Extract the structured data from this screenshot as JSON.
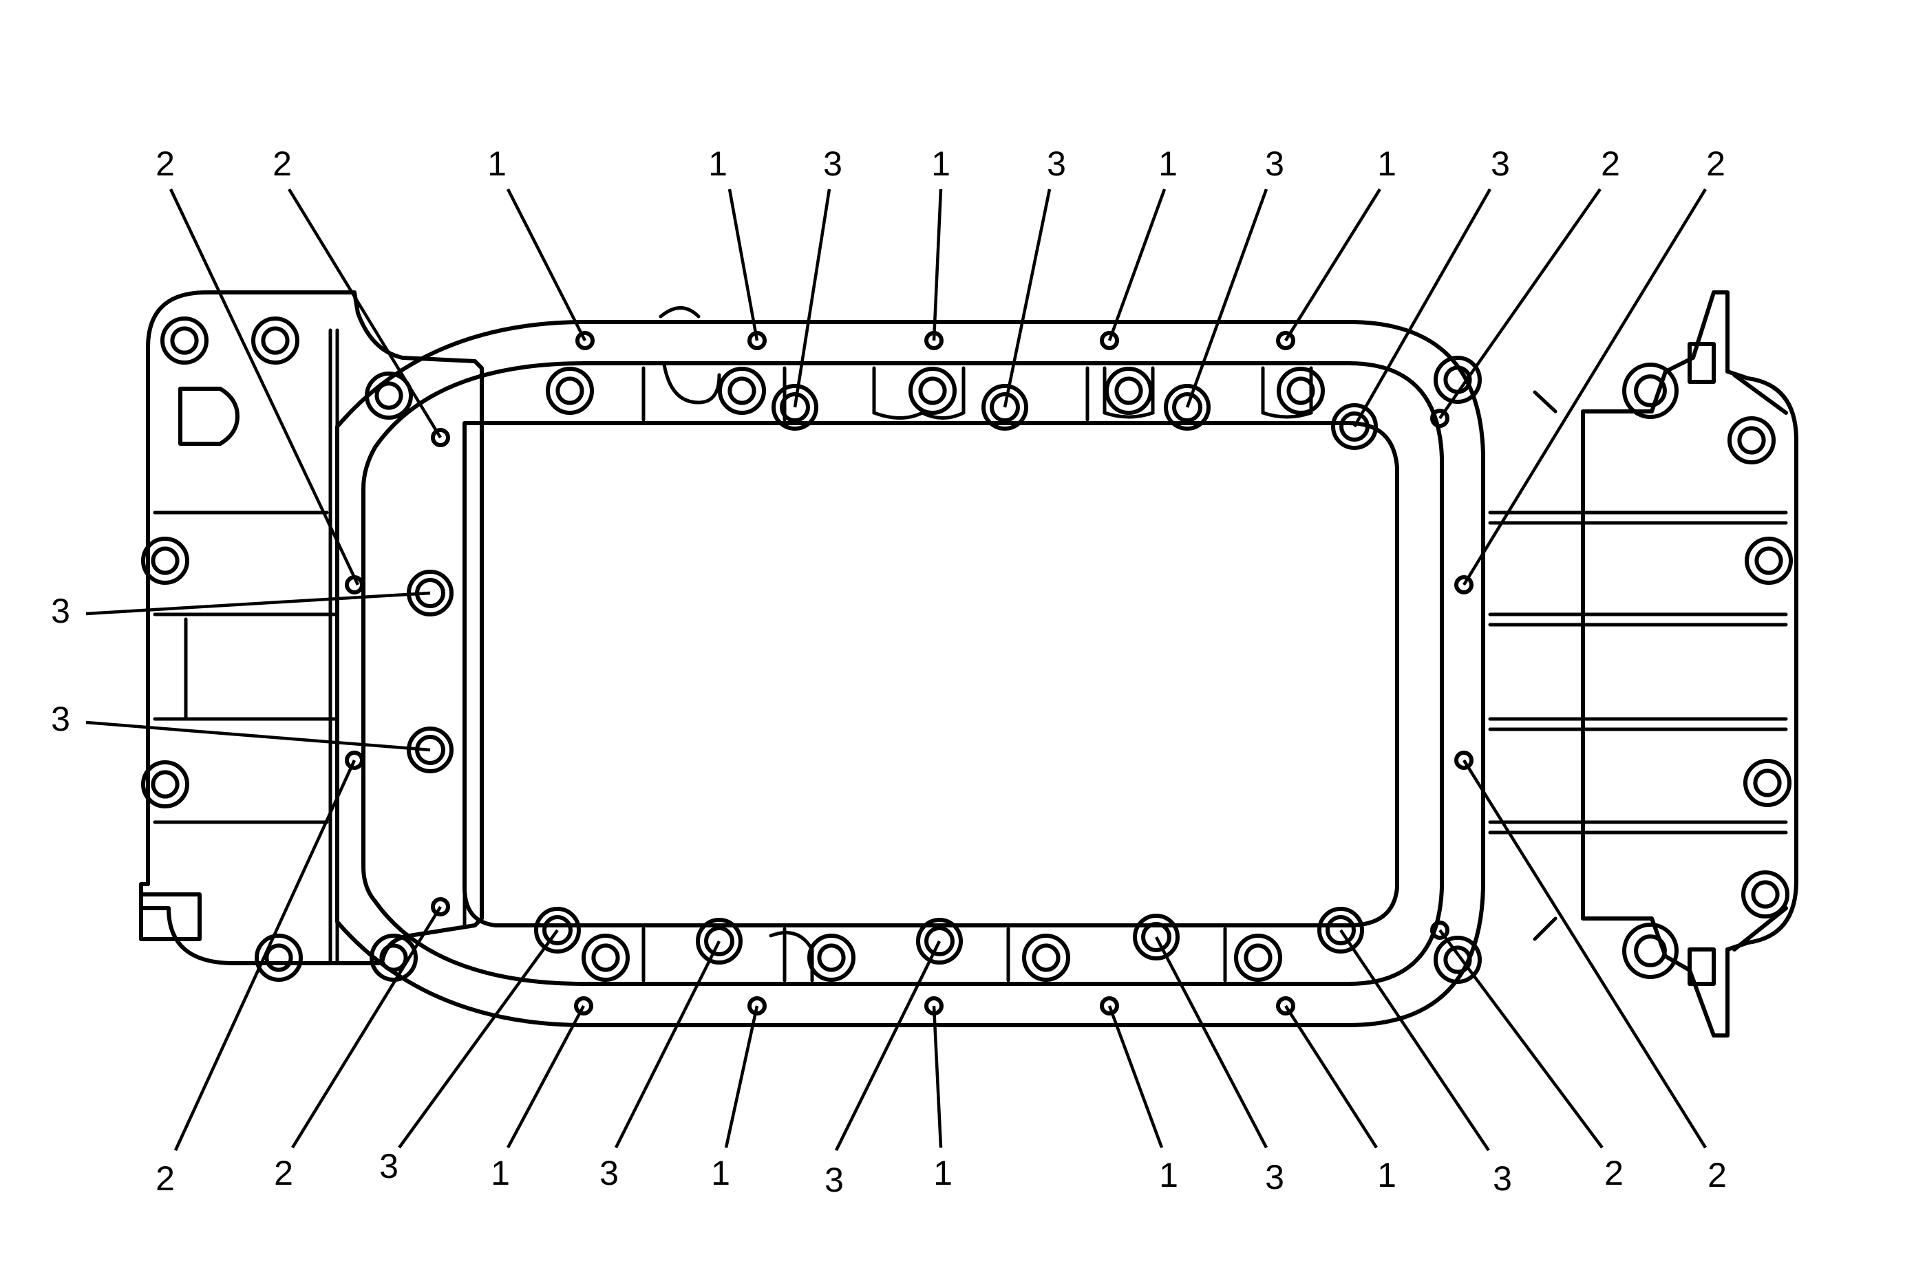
{
  "diagram": {
    "labels": {
      "one": "1",
      "two": "2",
      "three": "3"
    }
  }
}
